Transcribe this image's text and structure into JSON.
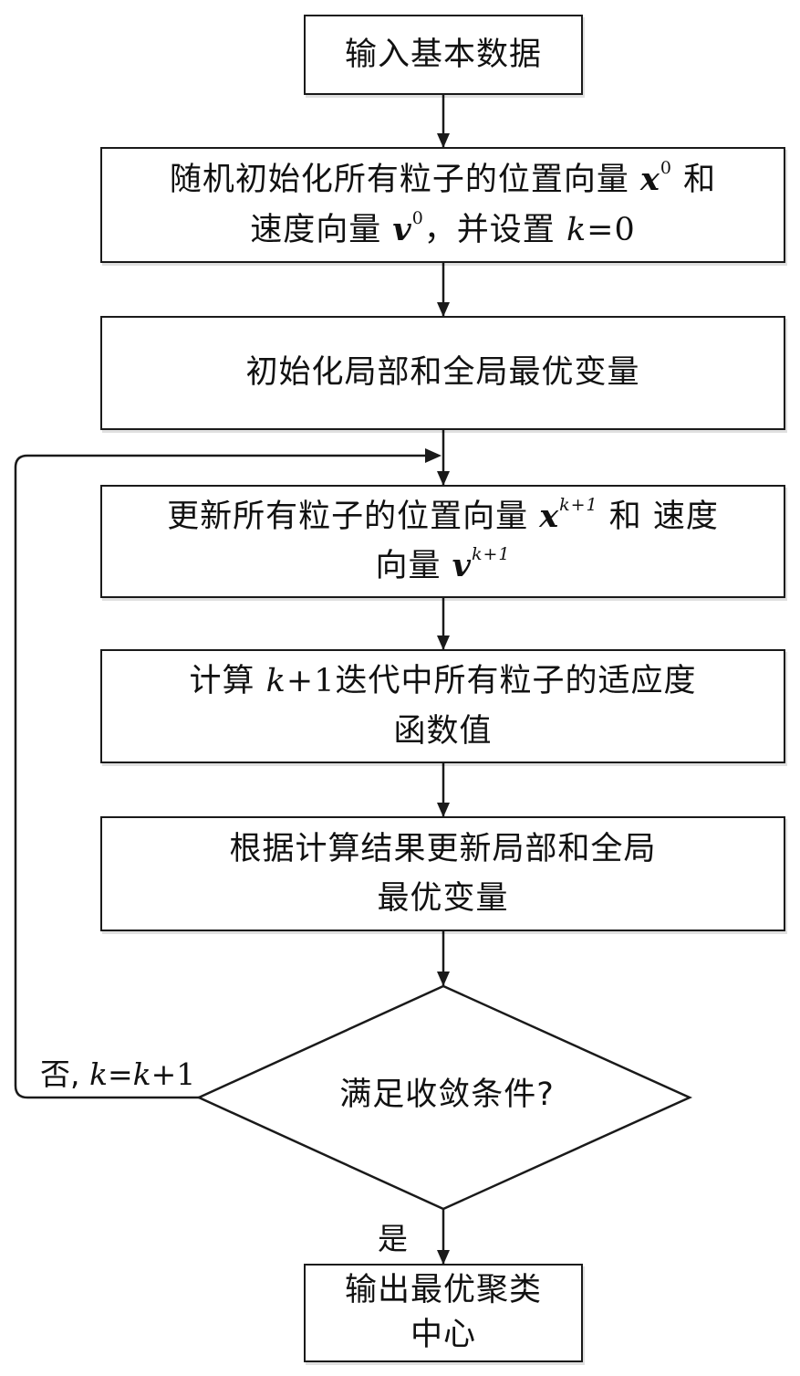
{
  "steps": {
    "input": {
      "text": "输入基本数据"
    },
    "init": {
      "a": "随机初始化所有粒子的位置向量",
      "x": "x",
      "x_sup": "0",
      "b": "和",
      "c": "速度向量",
      "v": "v",
      "v_sup": "0",
      "d": "，并设置",
      "k": "k",
      "e": "=0"
    },
    "init_best": {
      "text": "初始化局部和全局最优变量"
    },
    "update": {
      "a": "更新所有粒子的位置向量",
      "x": "x",
      "x_sup": "k+1",
      "b": "和 速度",
      "c": "向量",
      "v": "v",
      "v_sup": "k+1"
    },
    "calc": {
      "a": "计算",
      "k": "k",
      "b": "+1",
      "c": "迭代中所有粒子的适应度",
      "d": "函数值"
    },
    "update_best": {
      "line1": "根据计算结果更新局部和全局",
      "line2": "最优变量"
    },
    "decision": {
      "text": "满足收敛条件?"
    },
    "output": {
      "line1": "输出最优聚类",
      "line2": "中心"
    }
  },
  "labels": {
    "no_prefix": "否, ",
    "no_k": "k",
    "no_eq": "=",
    "no_k2": "k",
    "no_plus": "+1",
    "yes": "是"
  }
}
